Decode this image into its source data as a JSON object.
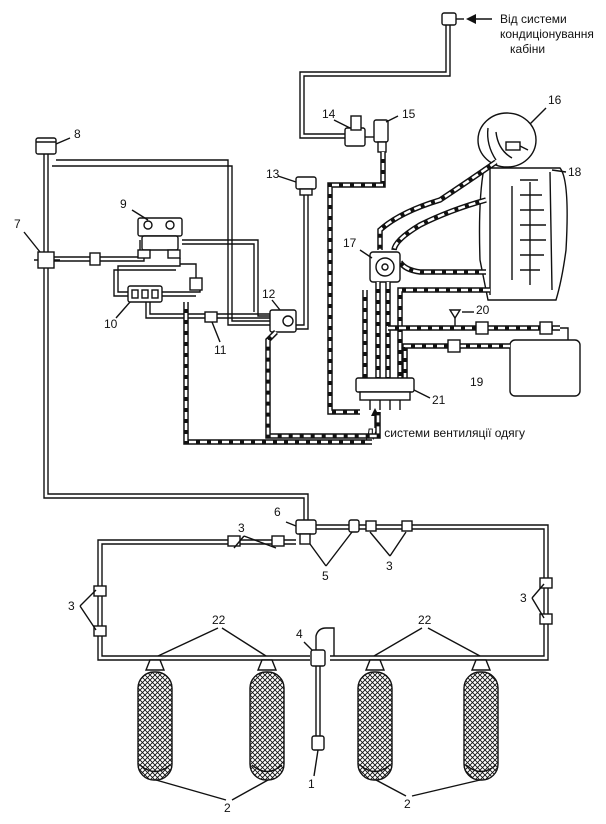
{
  "labels": {
    "source_line1": "Від системи",
    "source_line2": "кондиціонування",
    "source_line3": "кабіни",
    "ventilation": "До системи вентиляції одягу",
    "n1": "1",
    "n2a": "2",
    "n2b": "2",
    "n3a": "3",
    "n3b": "3",
    "n3c": "3",
    "n3d": "3",
    "n4": "4",
    "n5": "5",
    "n6": "6",
    "n7": "7",
    "n8": "8",
    "n9": "9",
    "n10": "10",
    "n11": "11",
    "n12": "12",
    "n13": "13",
    "n14": "14",
    "n15": "15",
    "n16": "16",
    "n17": "17",
    "n18": "18",
    "n19": "19",
    "n20": "20",
    "n21": "21",
    "n22a": "22",
    "n22b": "22"
  },
  "icons": {
    "arrow": "arrow-left-icon",
    "cylinder": "oxygen-cylinder-icon",
    "helmet": "pressure-helmet-icon"
  }
}
